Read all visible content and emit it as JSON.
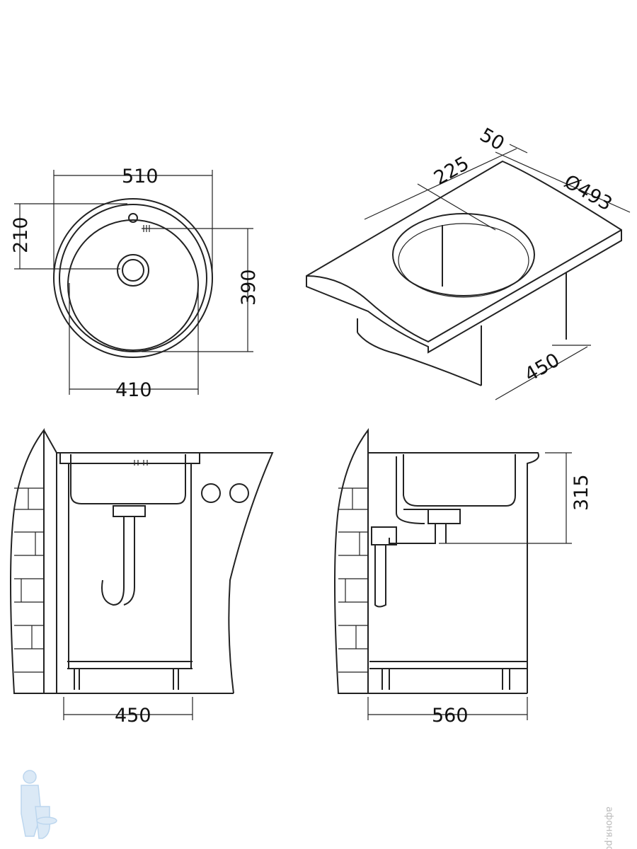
{
  "top_view": {
    "width_outer": "510",
    "width_inner": "410",
    "depth_inner": "390",
    "drain_offset": "210"
  },
  "iso_view": {
    "rim": "50",
    "offset": "225",
    "diameter": "Ø493",
    "cabinet_depth": "450"
  },
  "front_view": {
    "cabinet_width": "450"
  },
  "side_view": {
    "cabinet_depth": "560",
    "height": "315"
  },
  "watermark": "афоня.рф",
  "colors": {
    "line": "#222222",
    "logo": "#bcd6ee"
  }
}
